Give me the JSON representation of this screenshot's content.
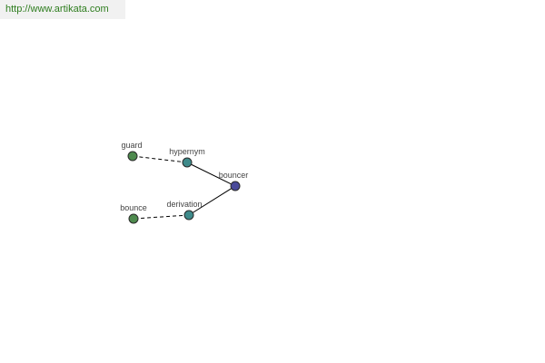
{
  "header": {
    "url_text": "http://www.artikata.com",
    "url_color": "#2e7d1e"
  },
  "graph": {
    "center": {
      "label": "bouncer",
      "color": "#4a4a9a"
    },
    "relations": [
      {
        "label": "hypernym",
        "color": "#3e8a8a",
        "target": {
          "label": "guard",
          "color": "#4e8a4e"
        }
      },
      {
        "label": "derivation",
        "color": "#3e8a8a",
        "target": {
          "label": "bounce",
          "color": "#4e8a4e"
        }
      }
    ],
    "solid_edge_color": "#000000",
    "dashed_edge_color": "#000000"
  }
}
